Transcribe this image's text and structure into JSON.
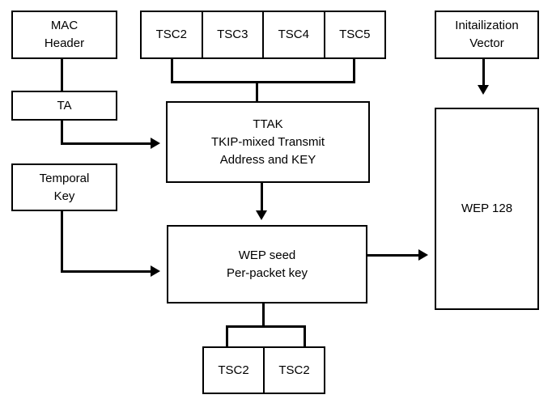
{
  "colors": {
    "line": "#000000",
    "text": "#000000",
    "background": "#ffffff"
  },
  "nodes": {
    "mac_header": "MAC\nHeader",
    "ta": "TA",
    "temporal_key": "Temporal\nKey",
    "tsc_top": [
      "TSC2",
      "TSC3",
      "TSC4",
      "TSC5"
    ],
    "init_vector": "Initailization\nVector",
    "ttak": "TTAK\nTKIP-mixed Transmit\nAddress and KEY",
    "wep_seed": "WEP seed\nPer-packet key",
    "wep_128": "WEP 128",
    "tsc_bottom": [
      "TSC2",
      "TSC2"
    ]
  },
  "edges": [
    {
      "from": "mac_header",
      "to": "ta",
      "arrow": false
    },
    {
      "from": "ta",
      "to": "ttak",
      "arrow": true
    },
    {
      "from": "tsc_top",
      "to": "ttak",
      "arrow": false
    },
    {
      "from": "init_vector",
      "to": "wep_128",
      "arrow": true
    },
    {
      "from": "ttak",
      "to": "wep_seed",
      "arrow": true
    },
    {
      "from": "temporal_key",
      "to": "wep_seed",
      "arrow": true
    },
    {
      "from": "wep_seed",
      "to": "wep_128",
      "arrow": true
    },
    {
      "from": "wep_seed",
      "to": "tsc_bottom",
      "arrow": false
    }
  ]
}
